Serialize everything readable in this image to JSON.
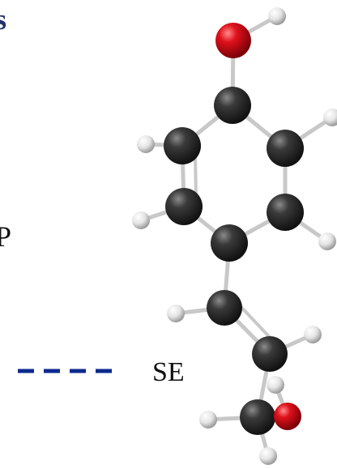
{
  "labels": {
    "top_fragment": "s",
    "left_fragment": "P",
    "legend_label": "SE"
  },
  "legend": {
    "line_style": "dashed",
    "line_color": "#0b2a8f"
  },
  "molecule": {
    "atom_colors": {
      "carbon": "#2d2d2d",
      "oxygen": "#d4121c",
      "hydrogen": "#e8e8e8"
    },
    "bond_color": "#c8c8c8"
  }
}
